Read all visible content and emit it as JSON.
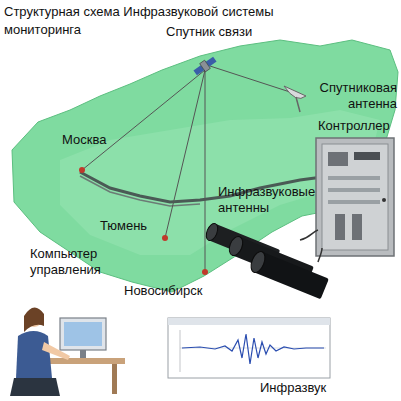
{
  "diagram": {
    "title": "Структурная схема Инфразвуковой системы мониторинга",
    "labels": [
      "Спутник связи",
      "Спутниковая антенна",
      "Контроллер",
      "Москва",
      "Инфразвуковые антенны",
      "Тюмень",
      "Компьютер управления",
      "Новосибирск",
      "Инфразвук"
    ]
  }
}
